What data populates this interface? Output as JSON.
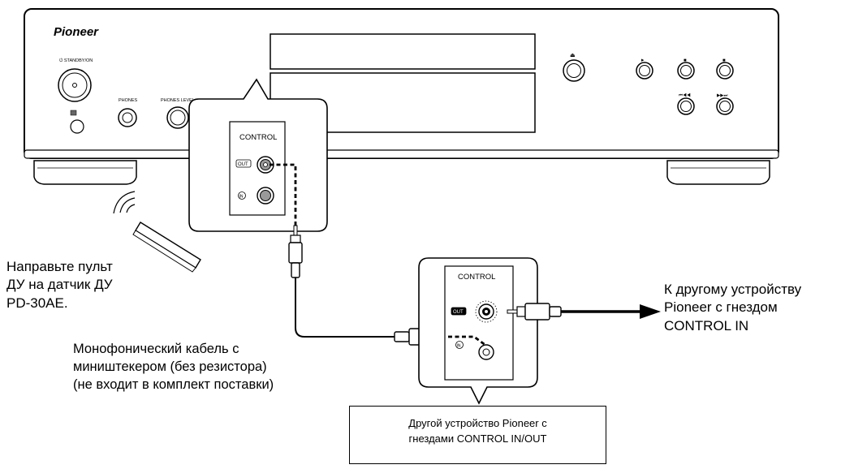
{
  "device": {
    "brand": "Pioneer",
    "standby_label": "⏻ STANDBY/ON",
    "phones_label": "PHONES",
    "phones_level_label": "PHONES LEVEL",
    "eject_symbol": "⏏",
    "play_symbol": "▸",
    "stop_symbol": "■",
    "pause_symbol": "■",
    "prev_symbol": "⏮◀◀",
    "next_symbol": "▶▶⏭"
  },
  "control_panel_main": {
    "title": "CONTROL",
    "out_label": "OUT",
    "in_label": "IN"
  },
  "control_panel_other": {
    "title": "CONTROL",
    "out_label": "OUT",
    "in_label": "IN"
  },
  "labels": {
    "remote_note": [
      "Направьте пульт",
      "ДУ на датчик ДУ",
      "PD-30AE."
    ],
    "cable_note": [
      "Монофонический кабель с",
      "миништекером (без резистора)",
      "(не входит в комплект поставки)"
    ],
    "other_device_note": [
      "К другому устройству",
      "Pioneer с гнездом",
      "CONTROL IN"
    ],
    "box_note": [
      "Другой устройство Pioneer с",
      "гнездами CONTROL IN/OUT"
    ]
  }
}
